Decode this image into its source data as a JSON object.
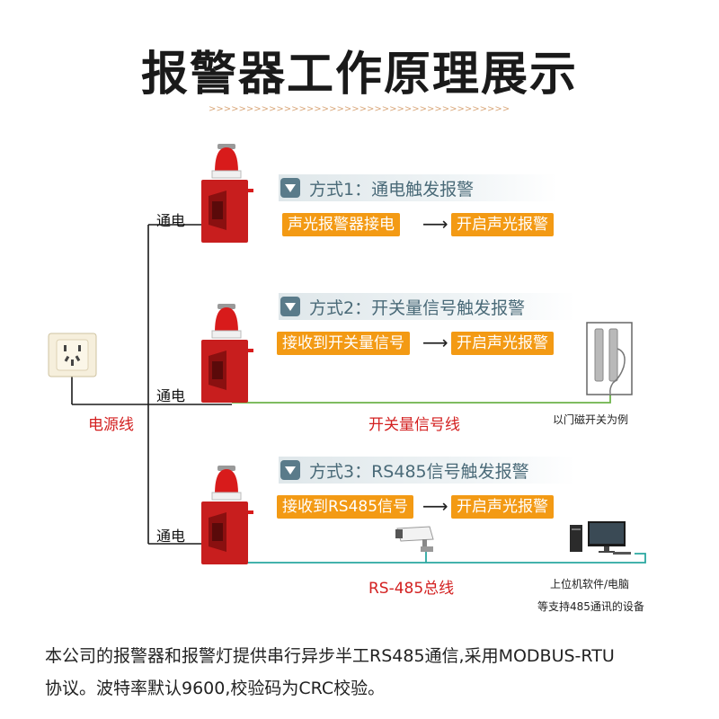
{
  "title": "报警器工作原理展示",
  "decor_chevrons": ">>>>>>>>>>>>>>>>>>>>>>>>>>>>>>>>>>>>>>>>>>>>>>>>",
  "modes": [
    {
      "heading": "方式1：通电触发报警",
      "trigger": "声光报警器接电",
      "result": "开启声光报警"
    },
    {
      "heading": "方式2：开关量信号触发报警",
      "trigger": "接收到开关量信号",
      "result": "开启声光报警"
    },
    {
      "heading": "方式3：RS485信号触发报警",
      "trigger": "接收到RS485信号",
      "result": "开启声光报警"
    }
  ],
  "labels": {
    "power_on": "通电",
    "power_line": "电源线",
    "switch_line": "开关量信号线",
    "door_example": "以门磁开关为例",
    "rs485_bus": "RS-485总线",
    "pc_line1": "上位机软件/电脑",
    "pc_line2": "等支持485通讯的设备"
  },
  "footer": {
    "line1": "本公司的报警器和报警灯提供串行异步半工RS485通信,采用MODBUS-RTU",
    "line2": "协议。波特率默认9600,校验码为CRC校验。"
  },
  "icons": {
    "mode_marker": "down-triangle-icon",
    "arrow": "right-arrow-icon",
    "socket": "wall-socket-icon",
    "alarm": "alarm-siren-icon",
    "door_sensor": "door-magnetic-switch-icon",
    "camera": "security-camera-icon",
    "computer": "desktop-computer-icon"
  },
  "colors": {
    "orange": "#f39a14",
    "red_text": "#d32020",
    "heading_blue": "#4a6a78",
    "green_line": "#6db24a",
    "teal_line": "#2aa7a0",
    "alarm_red": "#c81e1e"
  }
}
